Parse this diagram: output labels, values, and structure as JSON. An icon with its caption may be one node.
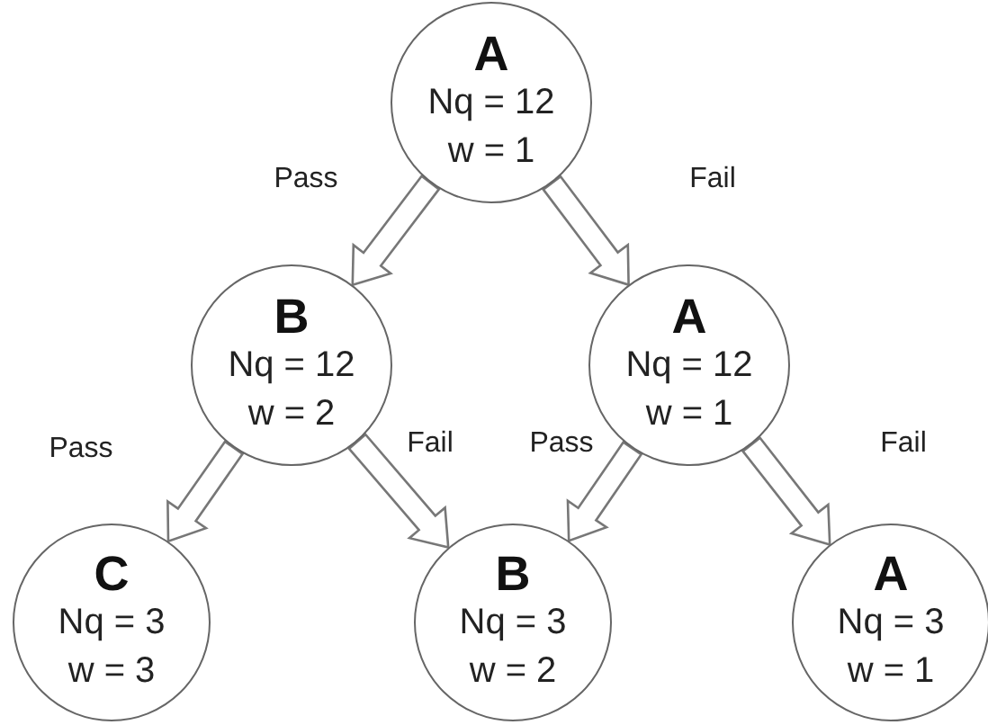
{
  "diagram": {
    "nodes": [
      {
        "text": [
          "A",
          "Nq = 12",
          "w = 1"
        ]
      },
      {
        "text": [
          "B",
          "Nq = 12",
          "w = 2"
        ]
      },
      {
        "text": [
          "A",
          "Nq = 12",
          "w = 1"
        ]
      },
      {
        "text": [
          "C",
          "Nq = 3",
          "w = 3"
        ]
      },
      {
        "text": [
          "B",
          "Nq = 3",
          "w = 2"
        ]
      },
      {
        "text": [
          "A",
          "Nq = 3",
          "w = 1"
        ]
      }
    ],
    "edges": [
      {
        "from": 0,
        "to": 1,
        "arrow": "to",
        "label": "Pass"
      },
      {
        "from": 0,
        "to": 2,
        "arrow": "to",
        "label": "Fail"
      },
      {
        "from": 1,
        "to": 3,
        "arrow": "to",
        "label": "Pass"
      },
      {
        "from": 1,
        "to": 4,
        "arrow": "to",
        "label": "Fail"
      },
      {
        "from": 2,
        "to": 4,
        "arrow": "to",
        "label": "Pass"
      },
      {
        "from": 2,
        "to": 5,
        "arrow": "to",
        "label": "Fail"
      }
    ]
  }
}
